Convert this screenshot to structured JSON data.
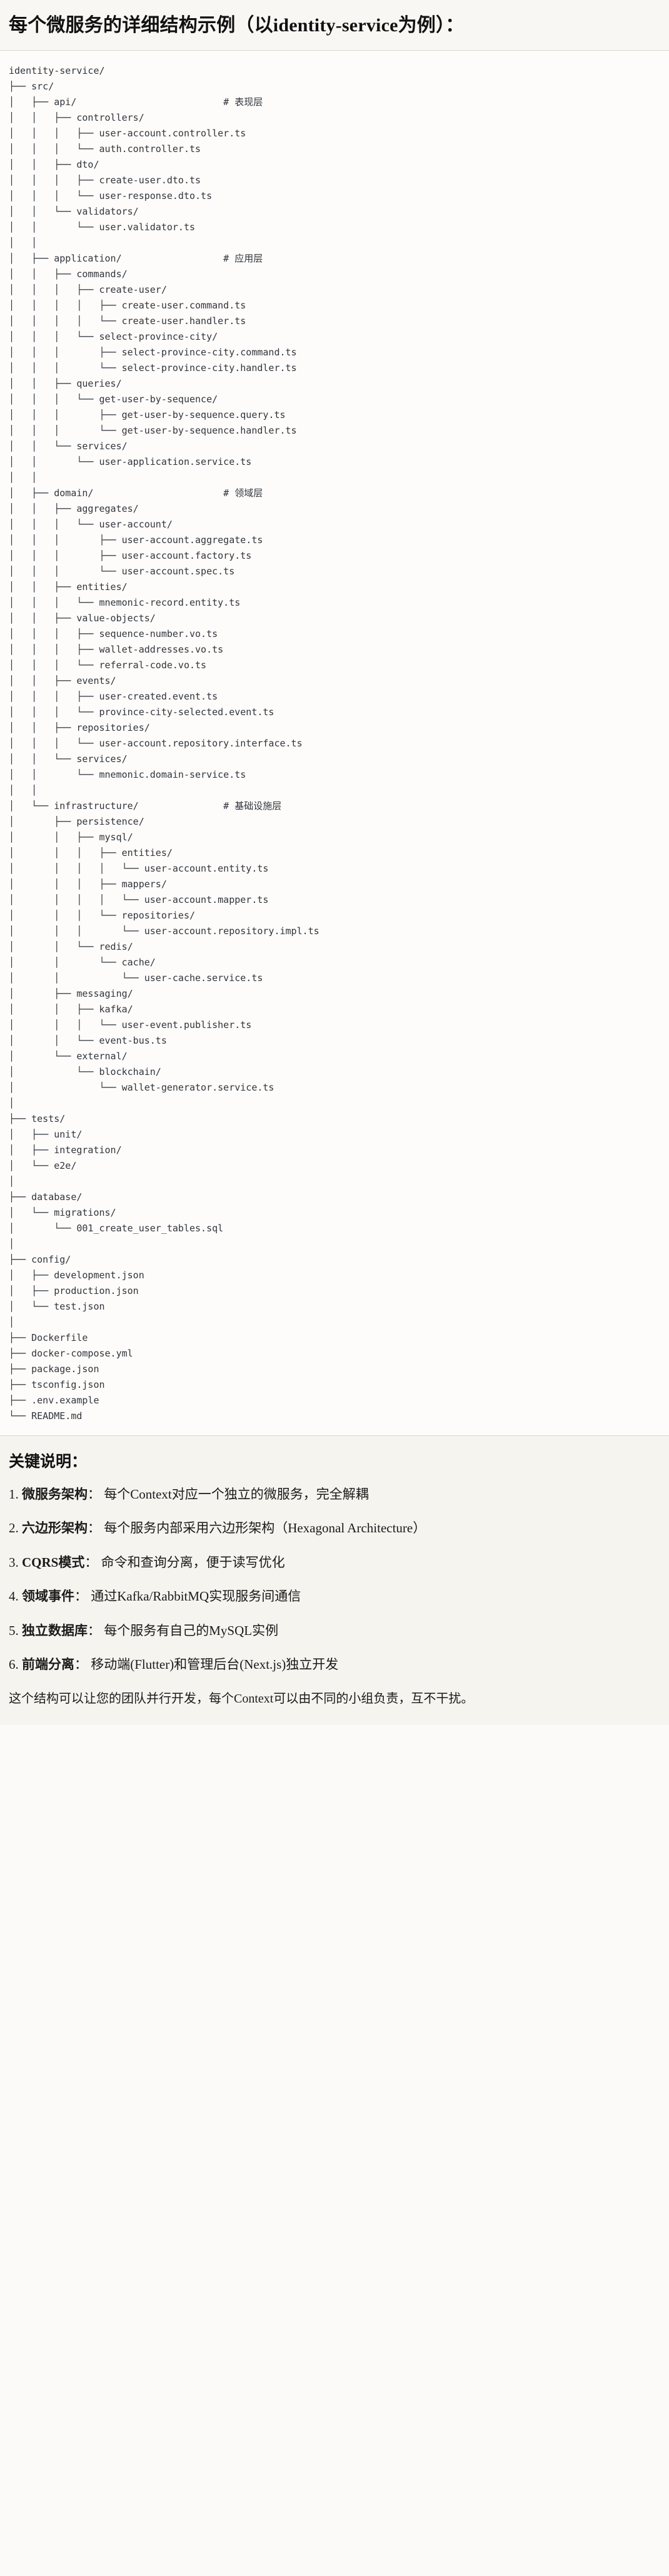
{
  "title": "每个微服务的详细结构示例（以identity-service为例）：",
  "tree": {
    "root": "identity-service/",
    "lines": [
      "identity-service/",
      "├── src/",
      "│   ├── api/                          # 表现层",
      "│   │   ├── controllers/",
      "│   │   │   ├── user-account.controller.ts",
      "│   │   │   └── auth.controller.ts",
      "│   │   ├── dto/",
      "│   │   │   ├── create-user.dto.ts",
      "│   │   │   └── user-response.dto.ts",
      "│   │   └── validators/",
      "│   │       └── user.validator.ts",
      "│   │",
      "│   ├── application/                  # 应用层",
      "│   │   ├── commands/",
      "│   │   │   ├── create-user/",
      "│   │   │   │   ├── create-user.command.ts",
      "│   │   │   │   └── create-user.handler.ts",
      "│   │   │   └── select-province-city/",
      "│   │   │       ├── select-province-city.command.ts",
      "│   │   │       └── select-province-city.handler.ts",
      "│   │   ├── queries/",
      "│   │   │   └── get-user-by-sequence/",
      "│   │   │       ├── get-user-by-sequence.query.ts",
      "│   │   │       └── get-user-by-sequence.handler.ts",
      "│   │   └── services/",
      "│   │       └── user-application.service.ts",
      "│   │",
      "│   ├── domain/                       # 领域层",
      "│   │   ├── aggregates/",
      "│   │   │   └── user-account/",
      "│   │   │       ├── user-account.aggregate.ts",
      "│   │   │       ├── user-account.factory.ts",
      "│   │   │       └── user-account.spec.ts",
      "│   │   ├── entities/",
      "│   │   │   └── mnemonic-record.entity.ts",
      "│   │   ├── value-objects/",
      "│   │   │   ├── sequence-number.vo.ts",
      "│   │   │   ├── wallet-addresses.vo.ts",
      "│   │   │   └── referral-code.vo.ts",
      "│   │   ├── events/",
      "│   │   │   ├── user-created.event.ts",
      "│   │   │   └── province-city-selected.event.ts",
      "│   │   ├── repositories/",
      "│   │   │   └── user-account.repository.interface.ts",
      "│   │   └── services/",
      "│   │       └── mnemonic.domain-service.ts",
      "│   │",
      "│   └── infrastructure/               # 基础设施层",
      "│       ├── persistence/",
      "│       │   ├── mysql/",
      "│       │   │   ├── entities/",
      "│       │   │   │   └── user-account.entity.ts",
      "│       │   │   ├── mappers/",
      "│       │   │   │   └── user-account.mapper.ts",
      "│       │   │   └── repositories/",
      "│       │   │       └── user-account.repository.impl.ts",
      "│       │   └── redis/",
      "│       │       └── cache/",
      "│       │           └── user-cache.service.ts",
      "│       ├── messaging/",
      "│       │   ├── kafka/",
      "│       │   │   └── user-event.publisher.ts",
      "│       │   └── event-bus.ts",
      "│       └── external/",
      "│           └── blockchain/",
      "│               └── wallet-generator.service.ts",
      "│",
      "├── tests/",
      "│   ├── unit/",
      "│   ├── integration/",
      "│   └── e2e/",
      "│",
      "├── database/",
      "│   └── migrations/",
      "│       └── 001_create_user_tables.sql",
      "│",
      "├── config/",
      "│   ├── development.json",
      "│   ├── production.json",
      "│   └── test.json",
      "│",
      "├── Dockerfile",
      "├── docker-compose.yml",
      "├── package.json",
      "├── tsconfig.json",
      "├── .env.example",
      "└── README.md"
    ]
  },
  "notes": {
    "heading": "关键说明：",
    "items": [
      {
        "num": "1.",
        "term": "微服务架构",
        "sep": "：",
        "body": "每个Context对应一个独立的微服务，完全解耦"
      },
      {
        "num": "2.",
        "term": "六边形架构",
        "sep": "：",
        "body": "每个服务内部采用六边形架构（Hexagonal Architecture）"
      },
      {
        "num": "3.",
        "term": "CQRS模式",
        "sep": "：",
        "body": "命令和查询分离，便于读写优化"
      },
      {
        "num": "4.",
        "term": "领域事件",
        "sep": "：",
        "body": "通过Kafka/RabbitMQ实现服务间通信"
      },
      {
        "num": "5.",
        "term": "独立数据库",
        "sep": "：",
        "body": "每个服务有自己的MySQL实例"
      },
      {
        "num": "6.",
        "term": "前端分离",
        "sep": "：",
        "body": "移动端(Flutter)和管理后台(Next.js)独立开发"
      }
    ],
    "footer": "这个结构可以让您的团队并行开发，每个Context可以由不同的小组负责，互不干扰。"
  },
  "colors": {
    "page_bg": "#fbfaf8",
    "title_bg": "#f8f7f3",
    "tree_bg": "#fdfcfa",
    "notes_bg": "#f6f4ef",
    "divider": "#d9d6cf",
    "text": "#1a1a1a",
    "code_text": "#30343c"
  }
}
